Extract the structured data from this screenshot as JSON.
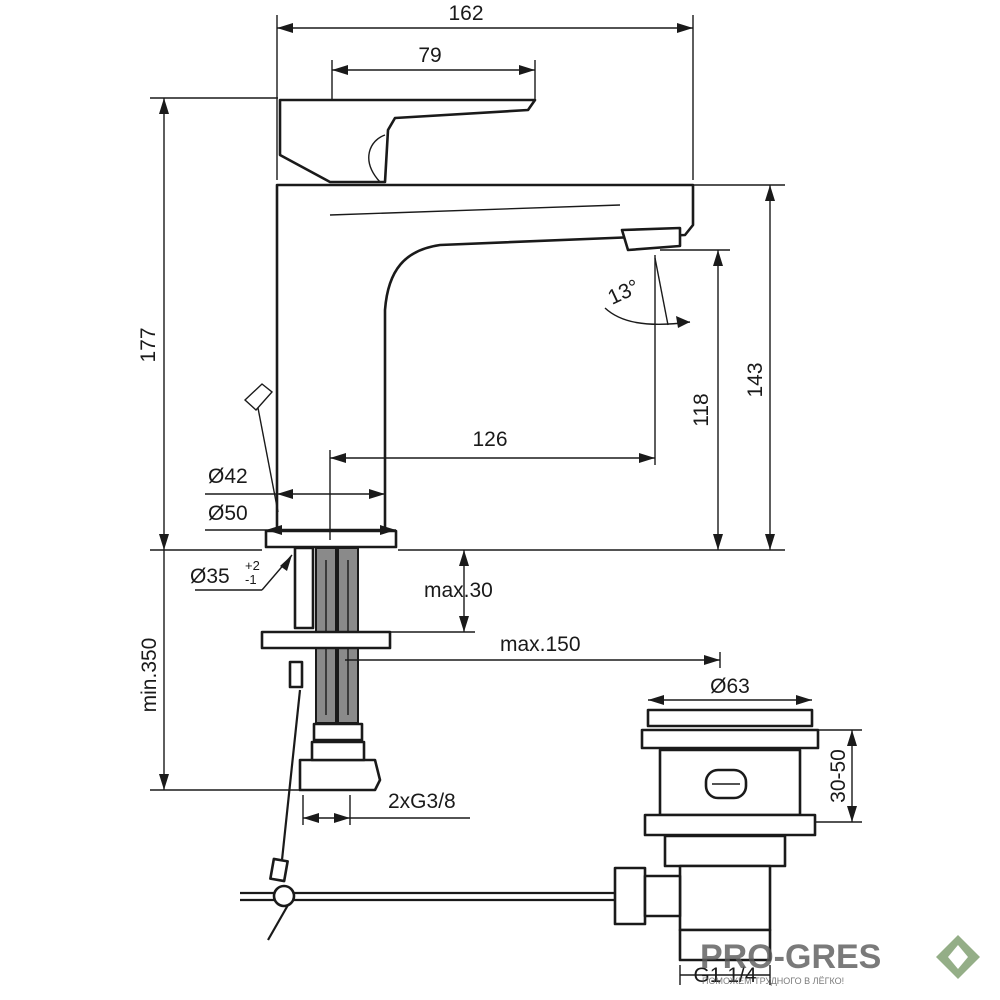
{
  "dimensions": {
    "overall_width": "162",
    "lever_width": "79",
    "overall_height": "177",
    "spout_height_total": "143",
    "spout_clearance": "118",
    "spout_reach": "126",
    "spout_angle": "13°",
    "body_diameter_inner": "Ø42",
    "body_diameter_outer": "Ø50",
    "hole_diameter": "Ø35",
    "hole_tolerance_plus": "+2",
    "hole_tolerance_minus": "-1",
    "max_deck_thickness": "max.30",
    "max_pull_rod": "max.150",
    "min_hose_length": "min.350",
    "hose_connection": "2xG3/8",
    "waste_diameter": "Ø63",
    "waste_height": "30-50",
    "waste_thread": "G1 1/4"
  },
  "logo": {
    "name": "PRO-GRES",
    "tagline": "ПОМОЖЕМ ТРУДНОГО В ЛЁГКО!"
  }
}
